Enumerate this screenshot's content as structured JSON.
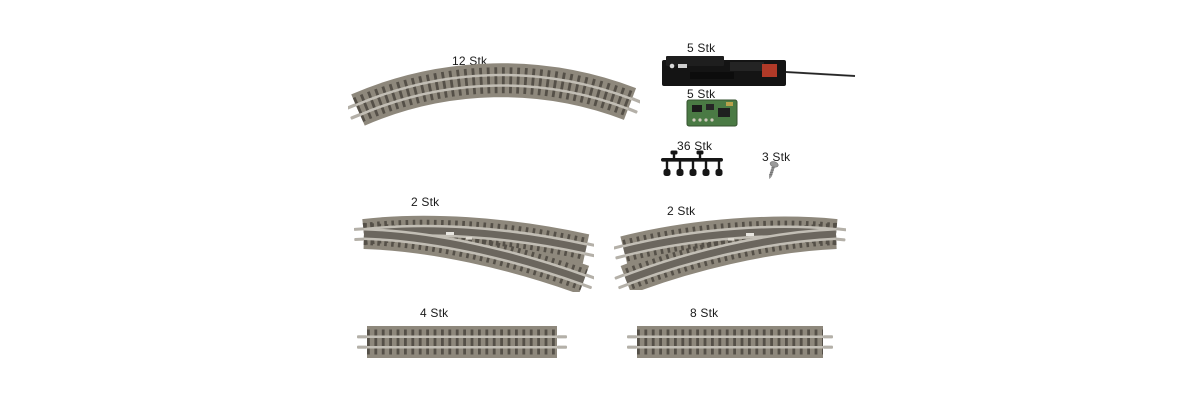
{
  "page": {
    "background_color": "#ffffff"
  },
  "items": {
    "curved_track": {
      "label": "12 Stk"
    },
    "turnout_motor": {
      "label": "5 Stk"
    },
    "decoder_board": {
      "label": "5 Stk"
    },
    "small_parts_sprue": {
      "label": "36 Stk"
    },
    "screws": {
      "label": "3 Stk"
    },
    "turnout_left": {
      "label": "2 Stk"
    },
    "turnout_right": {
      "label": "2 Stk"
    },
    "straight_track_short": {
      "label": "4 Stk"
    },
    "straight_track_long": {
      "label": "8 Stk"
    }
  },
  "colors": {
    "ballast": "#8e887c",
    "ties": "#555048",
    "rail": "#c2beb5",
    "rail_joiner": "#b4b0a8",
    "motor_body": "#141414",
    "motor_accent": "#b13a28",
    "pcb_green": "#4a7a44",
    "plastic_black": "#161616",
    "screw_gray": "#949494"
  }
}
